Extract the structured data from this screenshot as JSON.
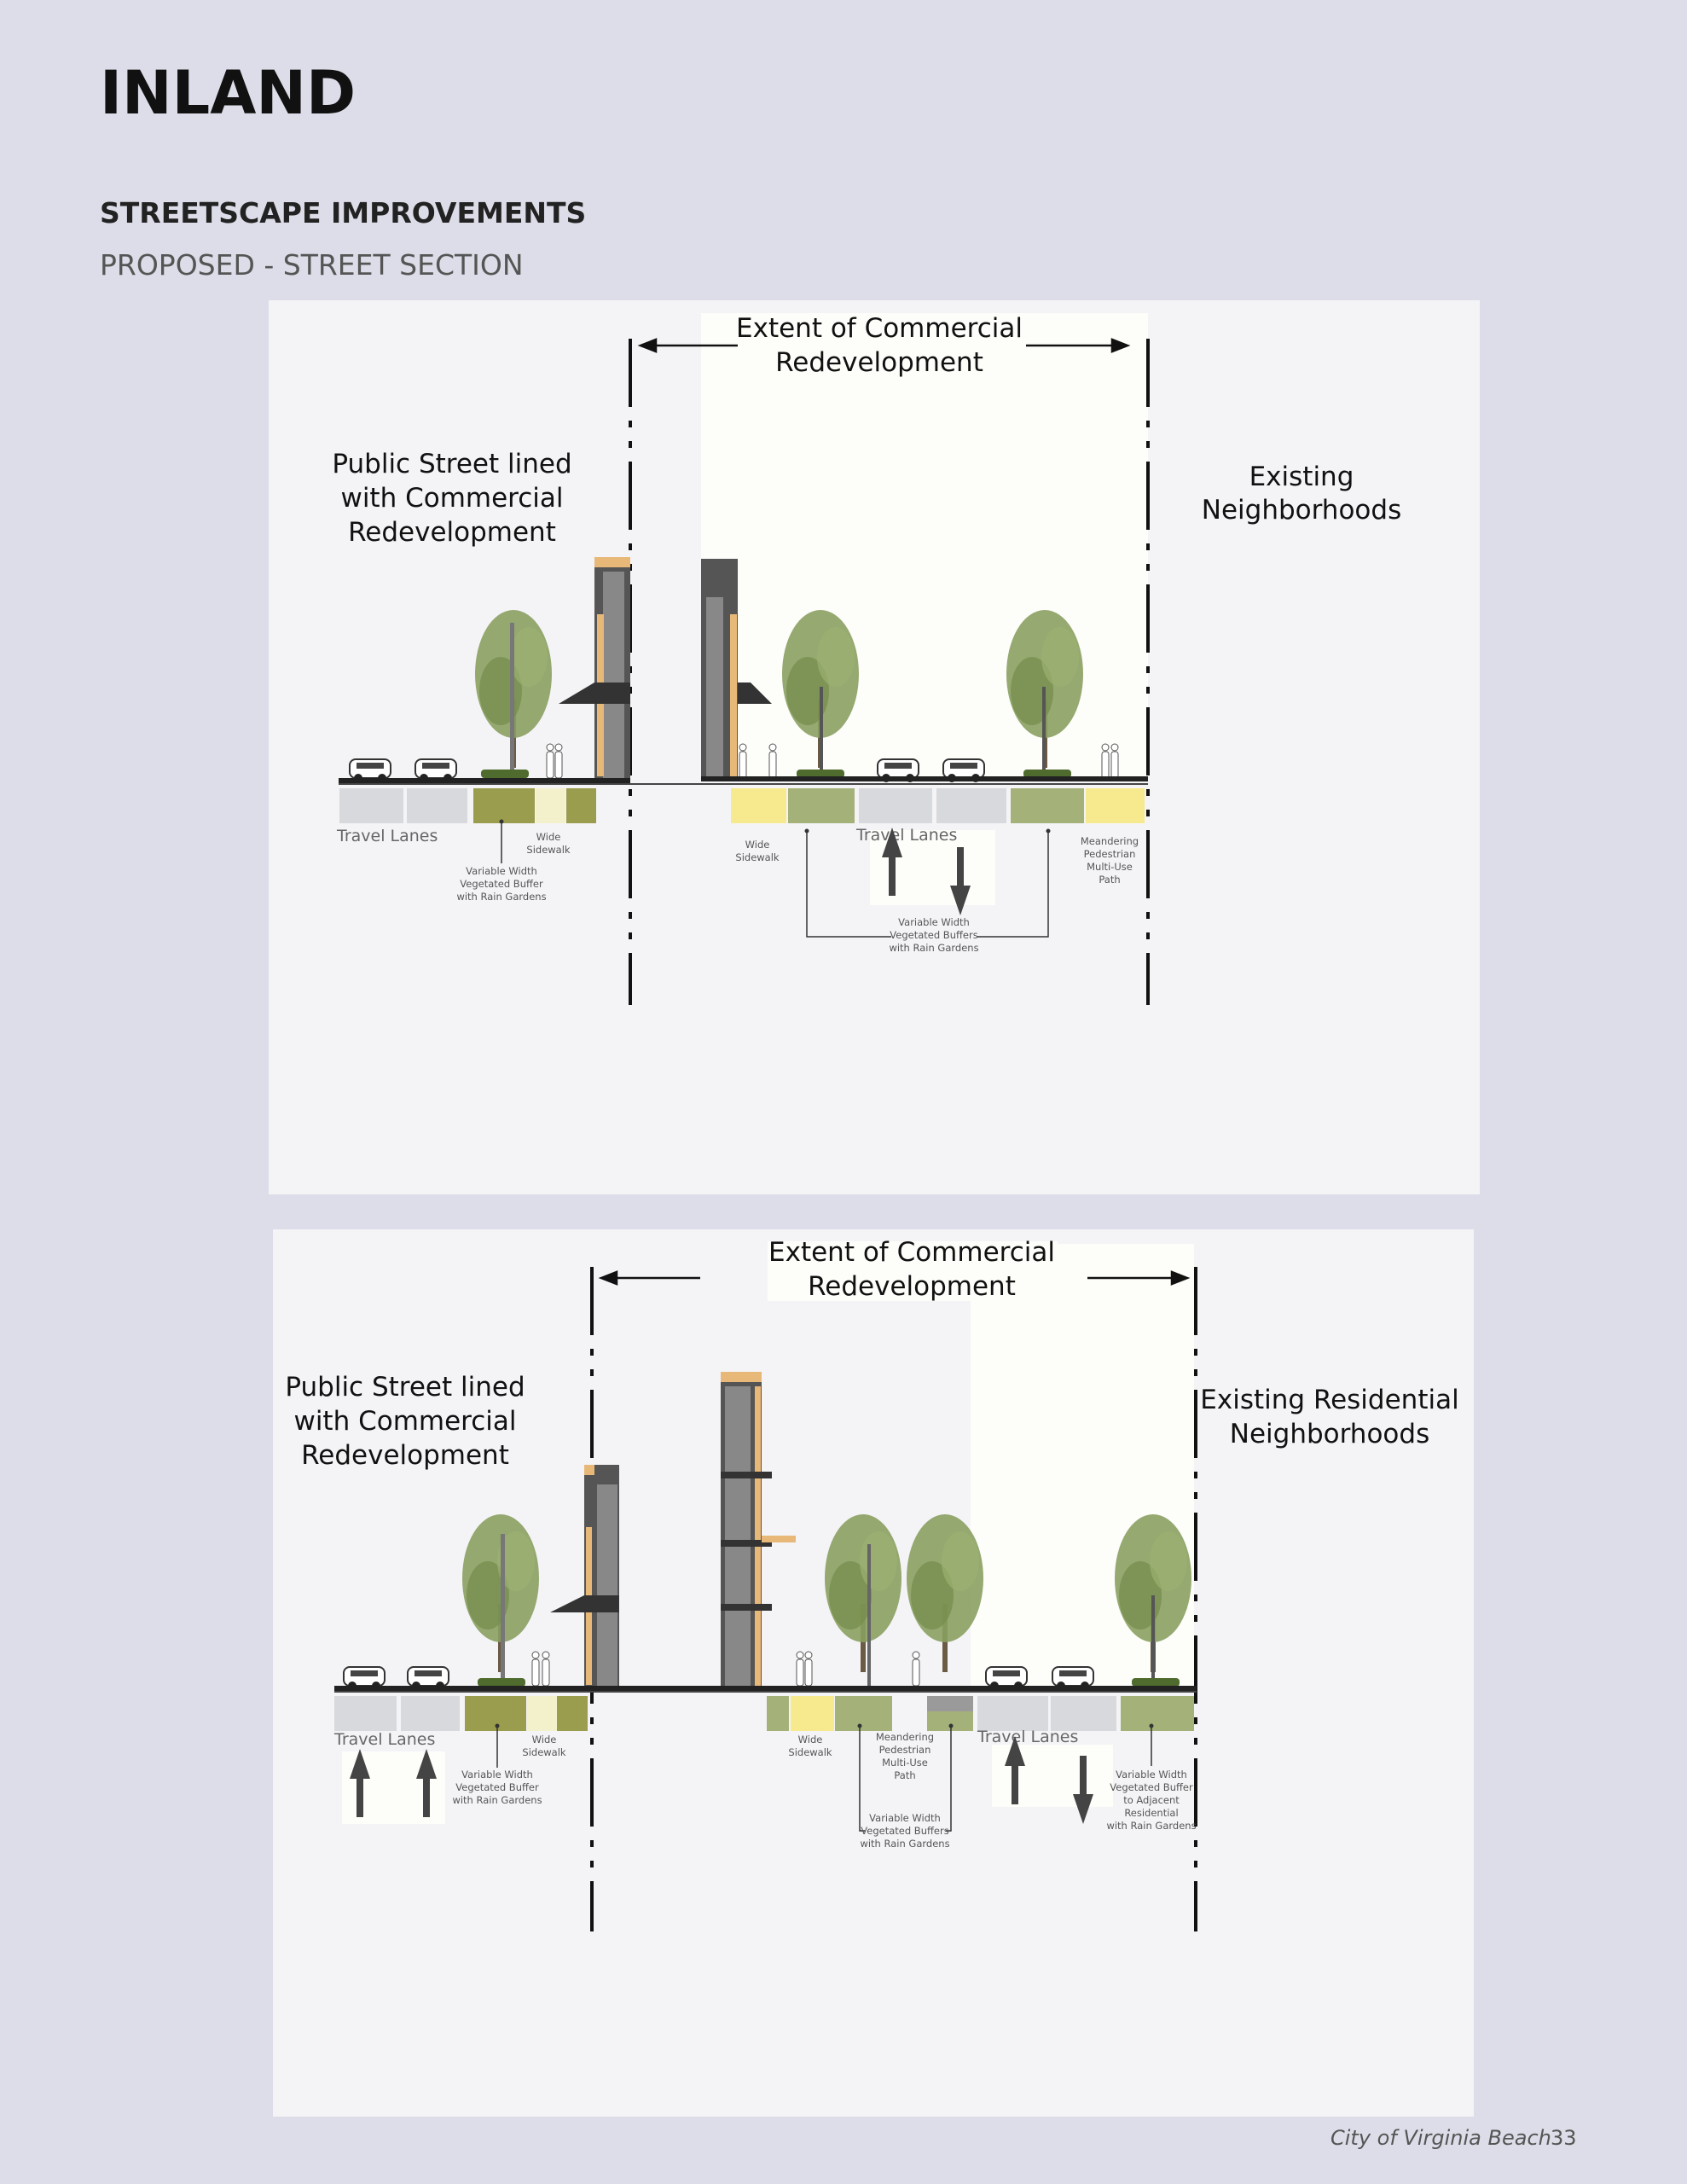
{
  "header": {
    "title": "INLAND",
    "section": "STREETSCAPE IMPROVEMENTS",
    "subtitle": "PROPOSED - STREET SECTION"
  },
  "section_top": {
    "extent": [
      "Extent of Commercial",
      "Redevelopment"
    ],
    "left_caption": [
      "Public Street lined",
      "with Commercial",
      "Redevelopment"
    ],
    "right_caption": [
      "Existing",
      "Neighborhoods"
    ],
    "left_travel_lanes": "Travel Lanes",
    "left_sidewalk": [
      "Wide",
      "Sidewalk"
    ],
    "left_buffer": [
      "Variable Width",
      "Vegetated Buffer",
      "with Rain Gardens"
    ],
    "right_sidewalk": [
      "Wide",
      "Sidewalk"
    ],
    "right_travel_lanes": "Travel Lanes",
    "right_path": [
      "Meandering",
      "Pedestrian",
      "Multi-Use",
      "Path"
    ],
    "right_buffers": [
      "Variable Width",
      "Vegetated Buffers",
      "with Rain Gardens"
    ]
  },
  "section_bottom": {
    "extent": [
      "Extent of Commercial",
      "Redevelopment"
    ],
    "left_caption": [
      "Public Street lined",
      "with Commercial",
      "Redevelopment"
    ],
    "right_caption": [
      "Existing Residential",
      "Neighborhoods"
    ],
    "left_travel_lanes": "Travel Lanes",
    "left_sidewalk": [
      "Wide",
      "Sidewalk"
    ],
    "left_buffer": [
      "Variable Width",
      "Vegetated Buffer",
      "with Rain Gardens"
    ],
    "mid_sidewalk": [
      "Wide",
      "Sidewalk"
    ],
    "mid_path": [
      "Meandering",
      "Pedestrian",
      "Multi-Use",
      "Path"
    ],
    "mid_buffers": [
      "Variable Width",
      "Vegetated Buffers",
      "with Rain Gardens"
    ],
    "right_travel_lanes": "Travel Lanes",
    "right_buffer": [
      "Variable Width",
      "Vegetated Buffer",
      "to Adjacent",
      "Residential",
      "with Rain Gardens"
    ]
  },
  "footer": {
    "publisher": "City of Virginia Beach",
    "page": "33"
  },
  "colors": {
    "page_bg": "#dcdde8",
    "panel_bg": "#f4f4f7",
    "lane": "#d8d9dc",
    "olive": "#9a9c4e",
    "green": "#a4b27a",
    "yellow": "#f7e98e",
    "cream": "#f3f0cc",
    "tree": "#7f965a"
  }
}
